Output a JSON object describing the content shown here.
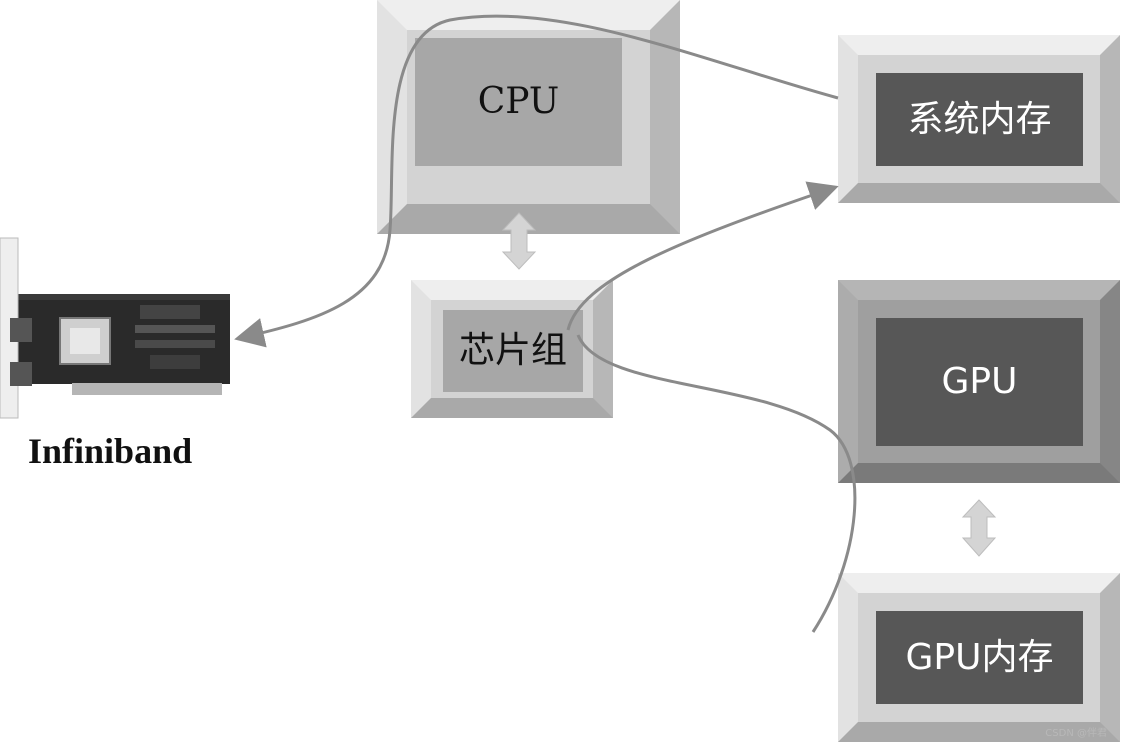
{
  "diagram": {
    "nodes": {
      "cpu": "CPU",
      "system_memory": "系统内存",
      "chipset": "芯片组",
      "gpu": "GPU",
      "gpu_memory": "GPU内存",
      "infiniband": "Infiniband"
    },
    "watermark": "CSDN @伴君",
    "colors": {
      "frame_light": "#d3d3d3",
      "inner_light": "#a7a7a7",
      "inner_dark": "#575757",
      "arrow_gray": "#8a8a8a"
    }
  }
}
